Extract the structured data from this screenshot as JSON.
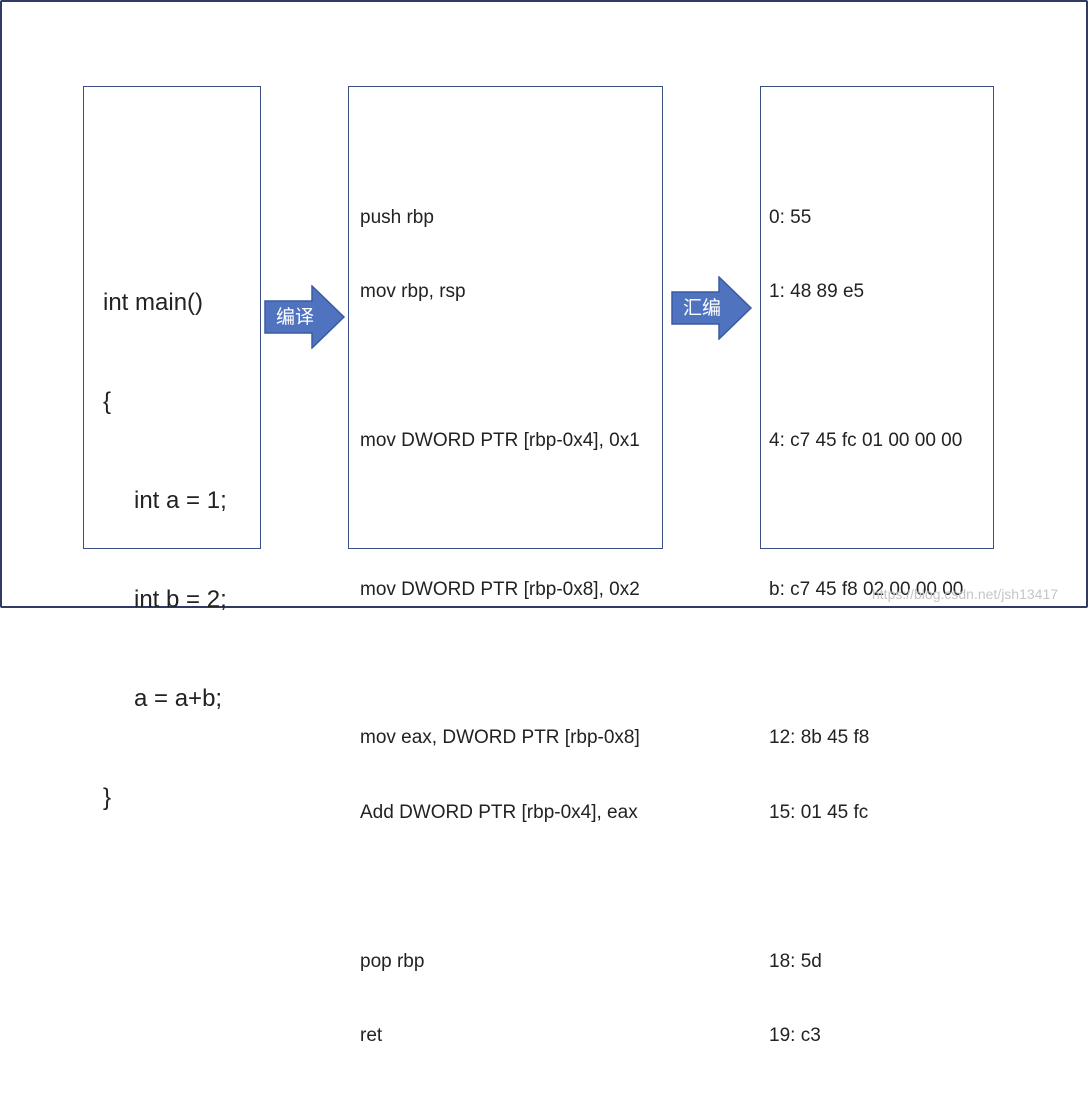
{
  "colors": {
    "frame": "#2f3b66",
    "panel_border": "#3b4f86",
    "arrow_fill": "#4f73bf",
    "arrow_stroke": "#3a5ba3"
  },
  "source_panel": {
    "lines": [
      "int main()",
      "{",
      "int a = 1;",
      "int b = 2;",
      "a = a+b;",
      "}"
    ]
  },
  "compile_arrow": {
    "label": "编译"
  },
  "assembly_panel": {
    "lines": [
      "push rbp",
      "mov rbp, rsp",
      "",
      "mov DWORD PTR [rbp-0x4], 0x1",
      "",
      "mov DWORD PTR [rbp-0x8], 0x2",
      "",
      "mov eax, DWORD PTR [rbp-0x8]",
      "Add DWORD PTR [rbp-0x4], eax",
      "",
      "pop rbp",
      "ret"
    ]
  },
  "assemble_arrow": {
    "label": "汇编"
  },
  "machine_code_panel": {
    "lines": [
      "0: 55",
      "1: 48 89 e5",
      "",
      "4: c7 45 fc 01 00 00 00",
      "",
      "b: c7 45 f8 02 00 00 00",
      "",
      "12: 8b 45 f8",
      "15: 01 45 fc",
      "",
      "18: 5d",
      "19: c3"
    ]
  },
  "watermark": "https://blog.csdn.net/jsh13417"
}
